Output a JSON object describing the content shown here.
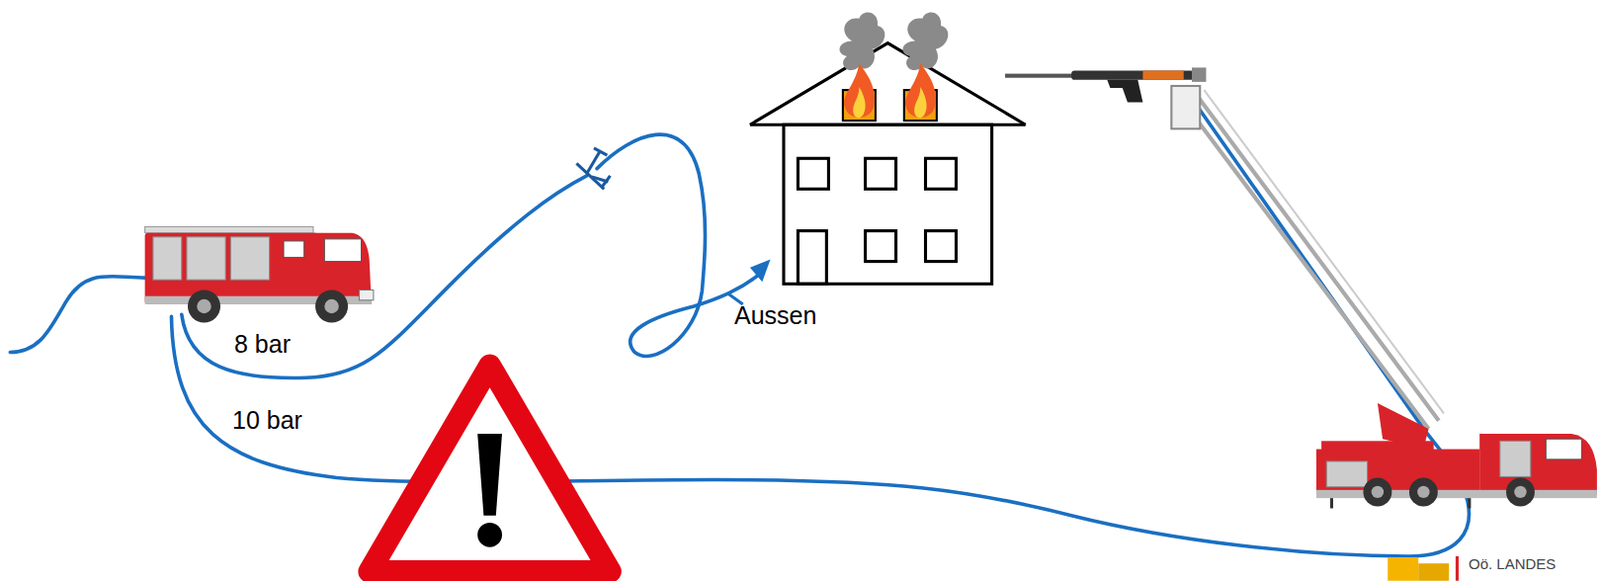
{
  "diagram": {
    "labels": [
      "8 bar",
      "10 bar",
      "Aussen",
      "Oö. LANDES"
    ]
  }
}
